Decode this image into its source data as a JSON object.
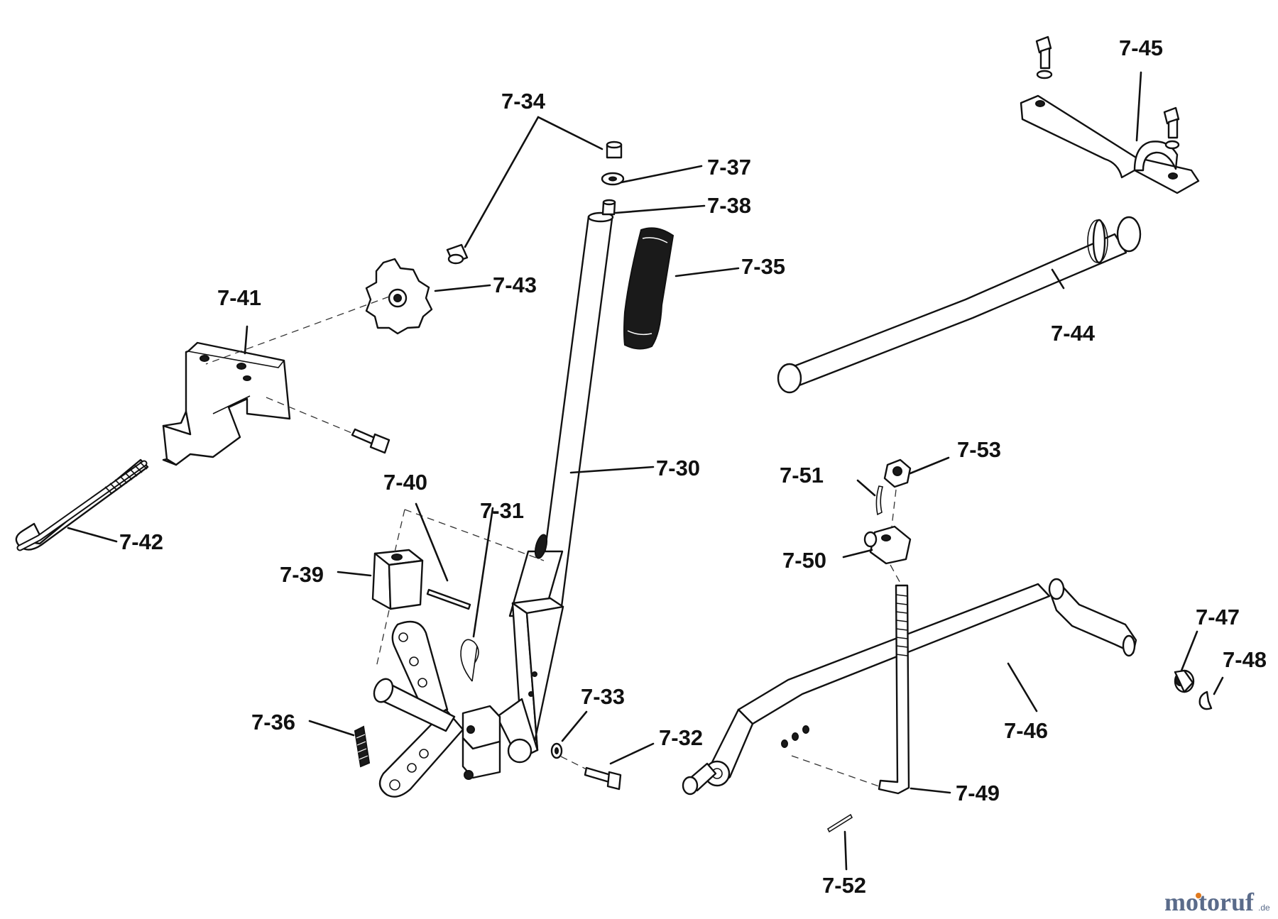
{
  "parts": {
    "p_7_30": "7-30",
    "p_7_31": "7-31",
    "p_7_32": "7-32",
    "p_7_33": "7-33",
    "p_7_34": "7-34",
    "p_7_35": "7-35",
    "p_7_36": "7-36",
    "p_7_37": "7-37",
    "p_7_38": "7-38",
    "p_7_39": "7-39",
    "p_7_40": "7-40",
    "p_7_41": "7-41",
    "p_7_42": "7-42",
    "p_7_43": "7-43",
    "p_7_44": "7-44",
    "p_7_45": "7-45",
    "p_7_46": "7-46",
    "p_7_47": "7-47",
    "p_7_48": "7-48",
    "p_7_49": "7-49",
    "p_7_50": "7-50",
    "p_7_51": "7-51",
    "p_7_52": "7-52",
    "p_7_53": "7-53"
  },
  "watermark": {
    "brand": "motoruf",
    "suffix": ".de"
  },
  "colors": {
    "line": "#111111",
    "background": "#ffffff",
    "watermark_primary": "#5a6b8a",
    "watermark_accent": "#e07a1f"
  }
}
